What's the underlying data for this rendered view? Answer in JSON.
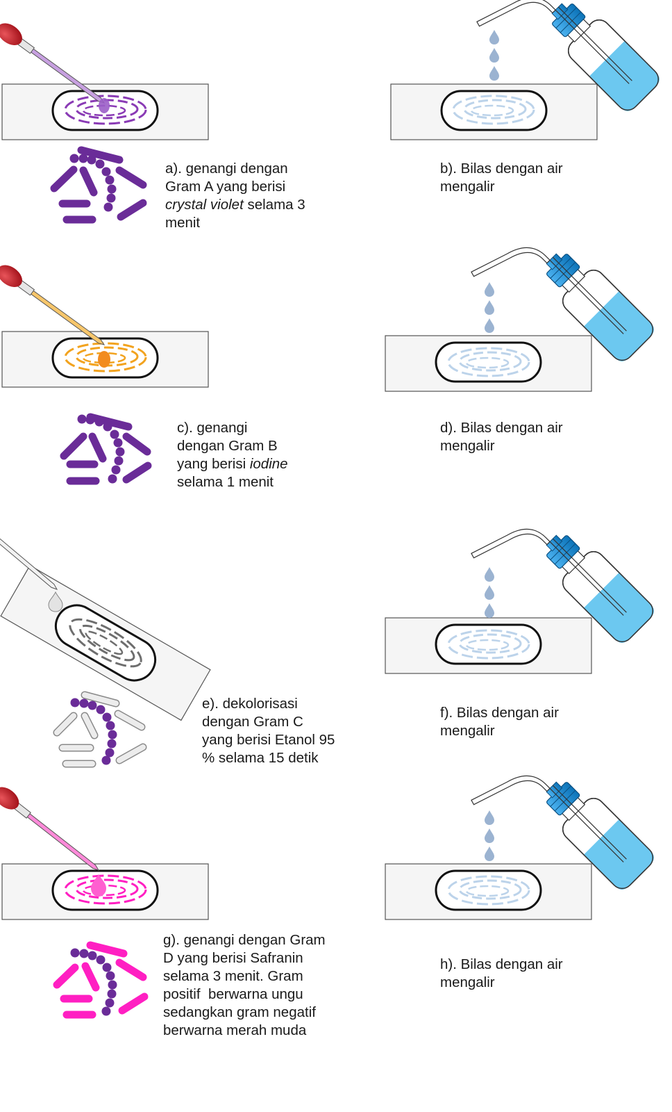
{
  "steps": [
    {
      "id": "a",
      "lines": [
        "a). genangi dengan",
        "Gram A yang berisi",
        "",
        "menit"
      ],
      "line3_em": "crystal violet",
      "line3_rest": " selama 3",
      "stain_color": "#8a3bb5",
      "cell_color": "#6a2c98"
    },
    {
      "id": "b",
      "lines": [
        "b). Bilas dengan air",
        "mengalir"
      ]
    },
    {
      "id": "c",
      "lines": [
        "c). genangi",
        "dengan Gram B",
        "",
        "selama 1 menit"
      ],
      "line3_pre": "yang berisi ",
      "line3_em": "iodine",
      "stain_color": "#f2a31f",
      "cell_color": "#6a2c98"
    },
    {
      "id": "d",
      "lines": [
        "d). Bilas dengan air",
        "mengalir"
      ]
    },
    {
      "id": "e",
      "lines": [
        "e). dekolorisasi",
        "dengan Gram C",
        "yang berisi Etanol 95",
        "% selama 15 detik"
      ],
      "stain_color": "#6e6e6e",
      "rod_color": "#e8e8e8",
      "cocci_color": "#6a2c98"
    },
    {
      "id": "f",
      "lines": [
        "f). Bilas dengan air",
        "mengalir"
      ]
    },
    {
      "id": "g",
      "lines": [
        "g). genangi dengan Gram",
        "D yang berisi Safranin",
        "selama 3 menit. Gram",
        "positif  berwarna ungu",
        "sedangkan gram negatif",
        "berwarna merah muda"
      ],
      "stain_color": "#ff1fc2",
      "rod_color": "#ff1fc2",
      "cocci_color": "#6a2c98"
    },
    {
      "id": "h",
      "lines": [
        "h). Bilas dengan air",
        "mengalir"
      ]
    }
  ],
  "colors": {
    "dropper_bulb": "#c81d25",
    "water": "#6cc8f0",
    "water_drop": "#9bb3d1",
    "cap": "#1e90d8",
    "rinsed_smear": "#bcd3ea"
  }
}
